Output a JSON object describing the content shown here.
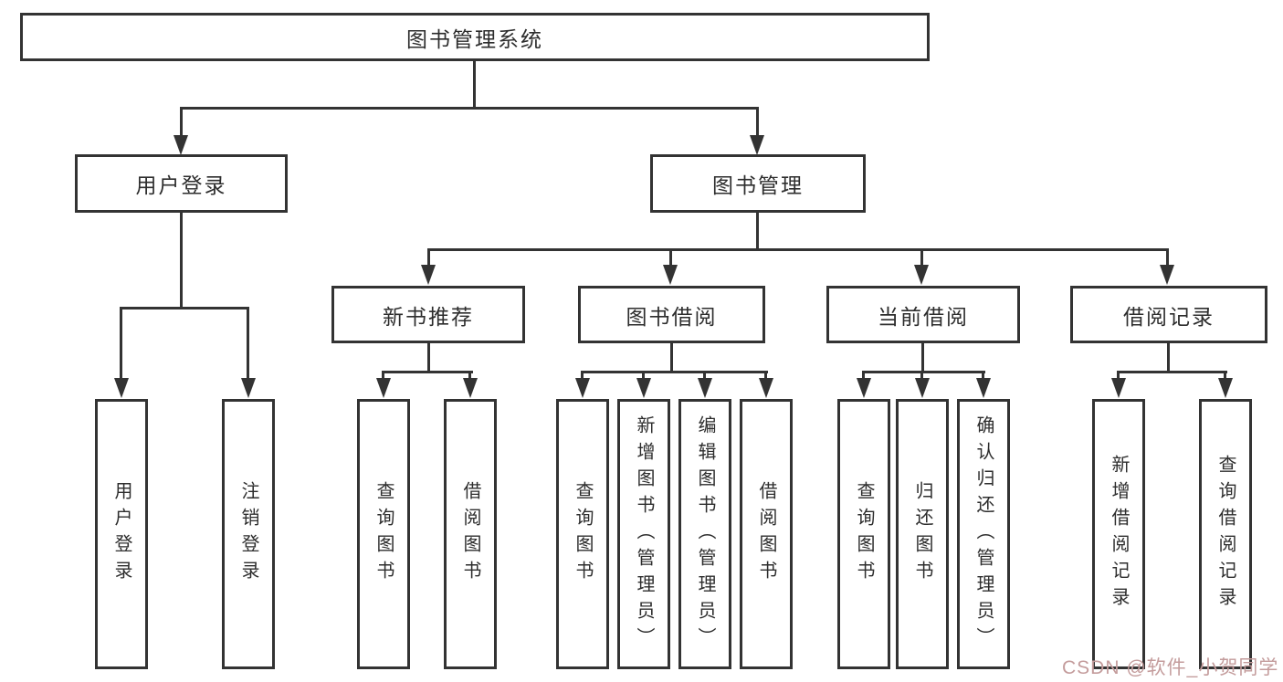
{
  "diagram": {
    "root": "图书管理系统",
    "branches": [
      {
        "label": "用户登录",
        "leaves": [
          "用户登录",
          "注销登录"
        ]
      },
      {
        "label": "图书管理",
        "groups": [
          {
            "label": "新书推荐",
            "leaves": [
              "查询图书",
              "借阅图书"
            ]
          },
          {
            "label": "图书借阅",
            "leaves": [
              "查询图书",
              "新增图书（管理员）",
              "编辑图书（管理员）",
              "借阅图书"
            ]
          },
          {
            "label": "当前借阅",
            "leaves": [
              "查询图书",
              "归还图书",
              "确认归还（管理员）"
            ]
          },
          {
            "label": "借阅记录",
            "leaves": [
              "新增借阅记录",
              "查询借阅记录"
            ]
          }
        ]
      }
    ]
  },
  "watermark": {
    "text": "CSDN @软件_小贺同学",
    "color": "#c49c9c"
  },
  "colors": {
    "line": "#333333",
    "box_border": "#333333",
    "box_fill": "#ffffff",
    "text": "#2d2d2d",
    "background": "#ffffff"
  }
}
